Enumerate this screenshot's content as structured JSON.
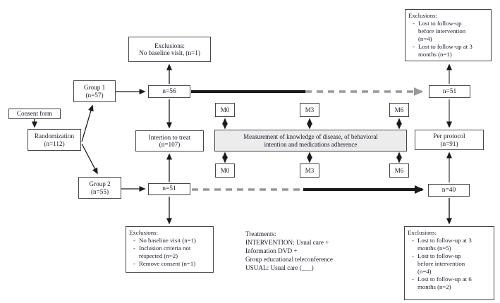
{
  "boxes": {
    "consent_form": "Consent form",
    "randomization": {
      "l1": "Randomization",
      "l2": "(n=112)"
    },
    "group1": {
      "l1": "Group 1",
      "l2": "(n=57)"
    },
    "group2": {
      "l1": "Group 2",
      "l2": "(n=55)"
    },
    "n56": "n=56",
    "n51_center": "n=51",
    "n51_right": "n=51",
    "n40": "n=40",
    "intention_to_treat": {
      "l1": "Intertion to treat",
      "l2": "(n=107)"
    },
    "per_protocol": {
      "l1": "Per protocol",
      "l2": "(n=91)"
    },
    "measurement": "Measurement of knowledge of disease, of behavioral\nintention and medications adherence"
  },
  "timepoints": {
    "m0": "M0",
    "m3": "M3",
    "m6": "M6"
  },
  "exclusions_top_center": {
    "title": "Exclusions:",
    "line": "No baseline visit, (n=1)"
  },
  "exclusions_top_right": {
    "title": "Exclusions:",
    "items": [
      "Lost to follow-up\nbefore intervention\n(n=4)",
      "Lost to follow-up at 3\nmonths (n=1)"
    ]
  },
  "exclusions_bottom_center": {
    "title": "Exclusions:",
    "items": [
      "No baseline visit (n=1)",
      "Inclusion criteria not\nrespected (n=2)",
      "Remove consent (n=1)"
    ]
  },
  "exclusions_bottom_right": {
    "title": "Exclusions:",
    "items": [
      "Lost to follow-up at 3\nmonths (n=5)",
      "Lost to follow-up\nbefore intervention\n(n=4)",
      "Lost to follow-up at 6\nmonths (n=2)"
    ]
  },
  "treatments": {
    "title": "Treatments:",
    "lines": [
      "INTERVENTION: Usual care +",
      "Information DVD +",
      "Group educational teleconference",
      "USUAL: Usual care (___)"
    ]
  },
  "colors": {
    "line_black": "#1a1a1a",
    "line_dashed_gray": "#999999",
    "connector_gray": "#6a6a6a",
    "box_border": "#464646",
    "measurement_fill": "#ececec"
  }
}
